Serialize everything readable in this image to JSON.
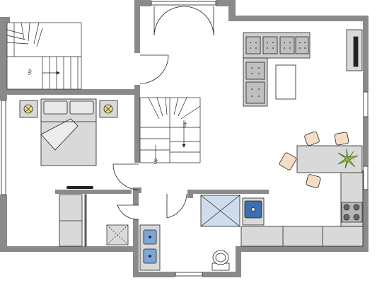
{
  "colors": {
    "wall": "#8a8a8a",
    "line": "#222222",
    "furniture_fill": "#d9d9d9",
    "sofa_fill": "#cfcfcf",
    "chair_fill": "#f5dcc4",
    "sink_fill": "#3a6fb0",
    "lamp_fill": "#e8e07a",
    "plant_fill": "#8fbf3a"
  },
  "icons": {
    "lamp_left": "bedside-lamp-icon",
    "lamp_right": "bedside-lamp-icon",
    "tv": "tv-icon",
    "plant": "plant-icon"
  },
  "stair_labels": {
    "upper_left": "Up",
    "center_up_1": "Up",
    "center_up_2": "Up"
  }
}
